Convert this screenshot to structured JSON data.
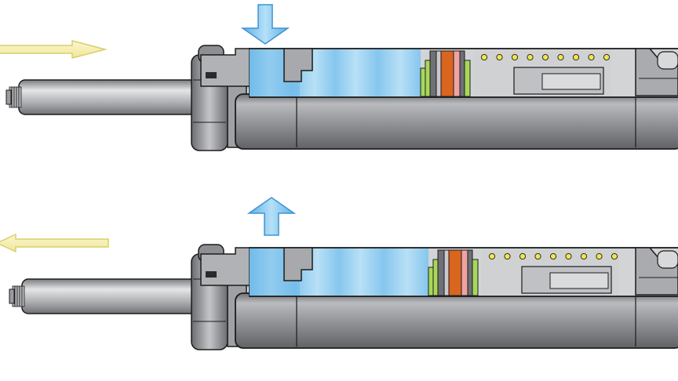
{
  "diagram": {
    "kind": "single-acting pneumatic cylinder, cutaway",
    "stages": [
      {
        "id": "extend",
        "air_flow": "in",
        "rod_motion": "extending"
      },
      {
        "id": "retract",
        "air_flow": "out",
        "rod_motion": "retracting"
      }
    ],
    "colors": {
      "background": "#ffffff",
      "motion_arrow": "#f7f2a8",
      "motion_arrow_stroke": "#d8cf6a",
      "air_arrow": "#7cc3ef",
      "air_arrow_stroke": "#3f93cf",
      "air": "#9fd3f2",
      "air_dark": "#62b4e6",
      "body": "#8d8f93",
      "body_dark": "#5c5e62",
      "body_light": "#c7c9cc",
      "rod": "#a9abae",
      "seal_green": "#a8d85a",
      "seal_orange": "#d9651f",
      "seal_pink": "#f0a3a3",
      "seal_gray": "#6f7176",
      "spring_coil": "#f1e54a",
      "outline": "#1c1c1c"
    },
    "icons": [
      "motion-arrow-right-icon",
      "air-inlet-arrow-down-icon",
      "motion-arrow-left-icon",
      "air-exhaust-arrow-up-icon"
    ]
  }
}
